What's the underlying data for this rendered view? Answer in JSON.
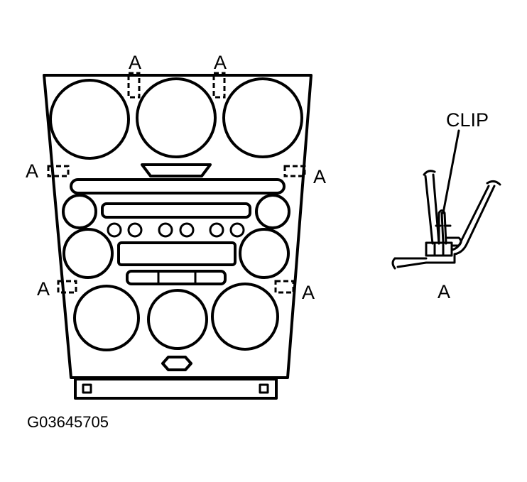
{
  "labels": {
    "clip_position": "A",
    "clip": "CLIP",
    "detail_view": "A",
    "figure_code": "G03645705"
  }
}
